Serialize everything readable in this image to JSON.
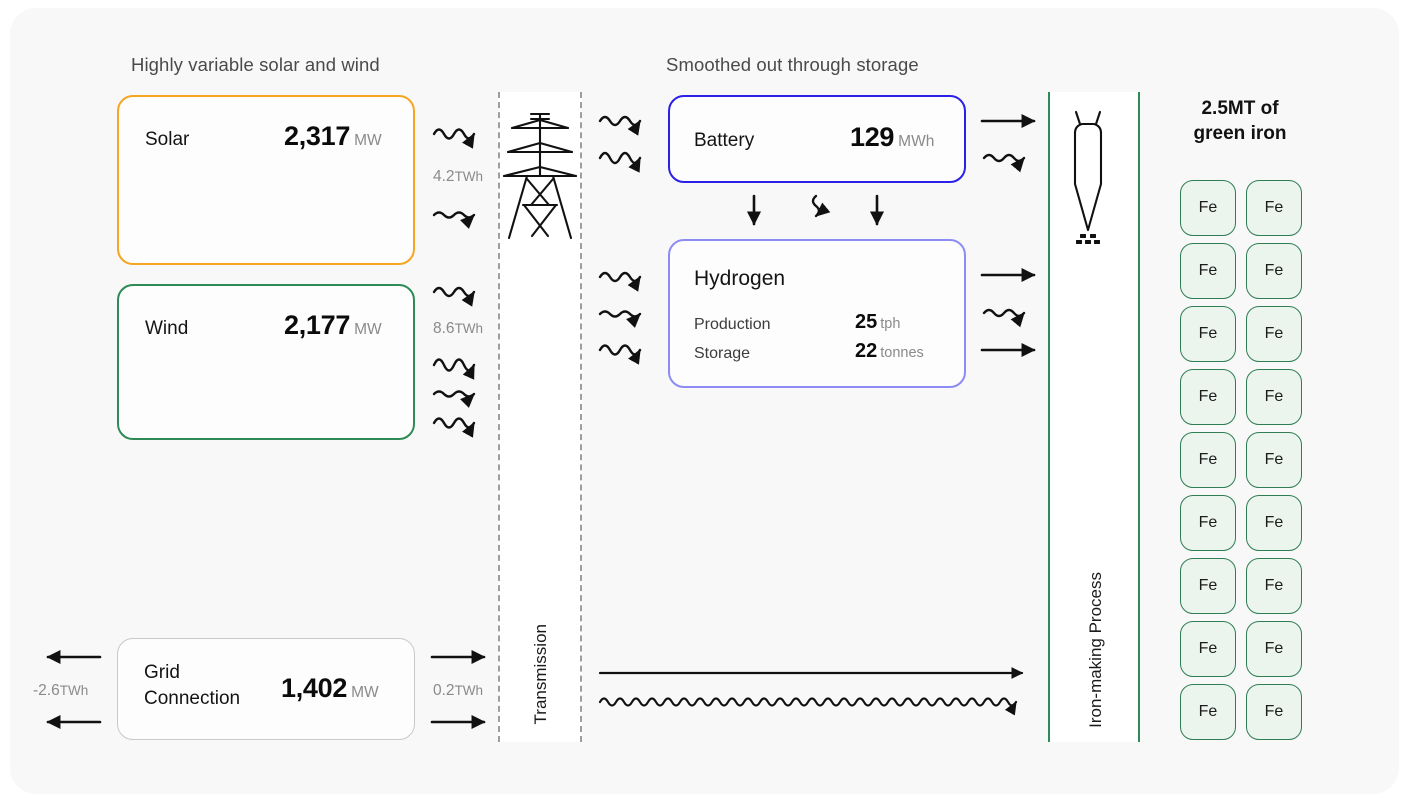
{
  "headings": {
    "left": "Highly variable solar and wind",
    "middle": "Smoothed out through storage"
  },
  "sources": {
    "solar": {
      "label": "Solar",
      "value": "2,317",
      "unit": "MW",
      "border_color": "#F5A623",
      "flow_label_value": "4.2",
      "flow_label_unit": "TWh"
    },
    "wind": {
      "label": "Wind",
      "value": "2,177",
      "unit": "MW",
      "border_color": "#2E8B57",
      "flow_label_value": "8.6",
      "flow_label_unit": "TWh"
    },
    "grid": {
      "label": "Grid\nConnection",
      "value": "1,402",
      "unit": "MW",
      "border_color": "#C9C9C9",
      "export_label_value": "-2.6",
      "export_label_unit": "TWh",
      "import_label_value": "0.2",
      "import_label_unit": "TWh"
    }
  },
  "storage": {
    "battery": {
      "label": "Battery",
      "value": "129",
      "unit": "MWh",
      "border_color": "#2A20E8"
    },
    "hydrogen": {
      "label": "Hydrogen",
      "border_color": "#8D8CF5",
      "rows": [
        {
          "label": "Production",
          "value": "25",
          "unit": "tph"
        },
        {
          "label": "Storage",
          "value": "22",
          "unit": "tonnes"
        }
      ]
    }
  },
  "columns": {
    "transmission": {
      "label": "Transmission",
      "icon": "transmission-tower-icon",
      "border_style": "dashed",
      "border_color": "#9E9E9E"
    },
    "ironmaking": {
      "label": "Iron-making Process",
      "icon": "furnace-icon",
      "border_style": "solid",
      "border_color": "#2E8B57"
    }
  },
  "output": {
    "title": "2.5MT of\ngreen iron",
    "chip_label": "Fe",
    "chip_count": 18,
    "chip_rows": 9,
    "chip_cols": 2,
    "chip_border_color": "#2E7D53",
    "chip_fill_color": "#EBF5EE"
  },
  "canvas": {
    "background": "#F8F8F8",
    "page_background": "#FFFFFF"
  }
}
